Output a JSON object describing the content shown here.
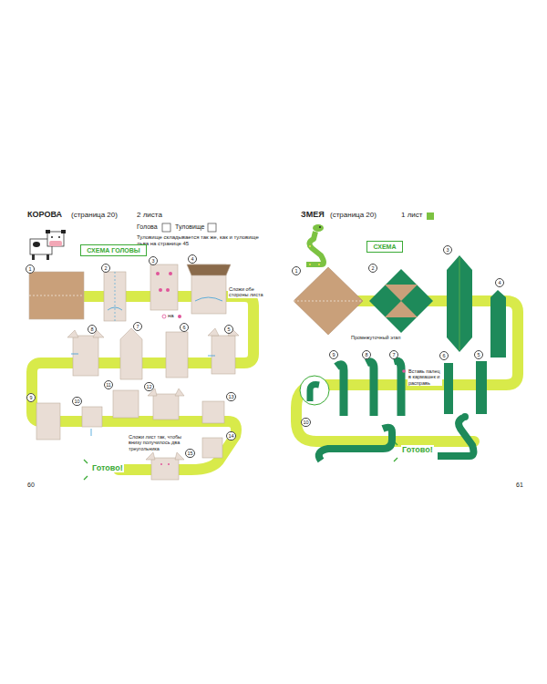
{
  "diagram": {
    "nodes": [
      {
        "text": [
          "СХЕМА ГОЛОВЫ"
        ]
      },
      {
        "text": [
          "1"
        ]
      },
      {
        "text": [
          "2"
        ]
      },
      {
        "text": [
          "3"
        ]
      },
      {
        "text": [
          "4"
        ]
      },
      {
        "text": [
          "5"
        ]
      },
      {
        "text": [
          "6"
        ]
      },
      {
        "text": [
          "7"
        ]
      },
      {
        "text": [
          "8"
        ]
      },
      {
        "text": [
          "9"
        ]
      },
      {
        "text": [
          "10"
        ]
      },
      {
        "text": [
          "11"
        ]
      },
      {
        "text": [
          "12"
        ]
      },
      {
        "text": [
          "13"
        ]
      },
      {
        "text": [
          "14"
        ]
      },
      {
        "text": [
          "15"
        ]
      },
      {
        "text": [
          "СХЕМА"
        ]
      },
      {
        "text": [
          "1"
        ]
      },
      {
        "text": [
          "2"
        ]
      },
      {
        "text": [
          "3"
        ]
      },
      {
        "text": [
          "4"
        ]
      },
      {
        "text": [
          "5"
        ]
      },
      {
        "text": [
          "6"
        ]
      },
      {
        "text": [
          "7"
        ]
      },
      {
        "text": [
          "8"
        ]
      },
      {
        "text": [
          "9"
        ]
      },
      {
        "text": [
          "10"
        ]
      }
    ],
    "labels": [
      "КОРОВА",
      "(страница 20)",
      "2 листа",
      "Голова",
      "Туловище",
      "Туловище складывается так же, как и туловище льва на странице 45",
      "на",
      "Сложи обе стороны листа",
      "Сложи лист так, чтобы внизу получилось два треугольника",
      "Готово!",
      "60",
      "ЗМЕЯ",
      "(страница 20)",
      "1 лист",
      "Промежуточный этап",
      "Вставь палец в кармашек и расправь",
      "Готово!",
      "61"
    ]
  }
}
